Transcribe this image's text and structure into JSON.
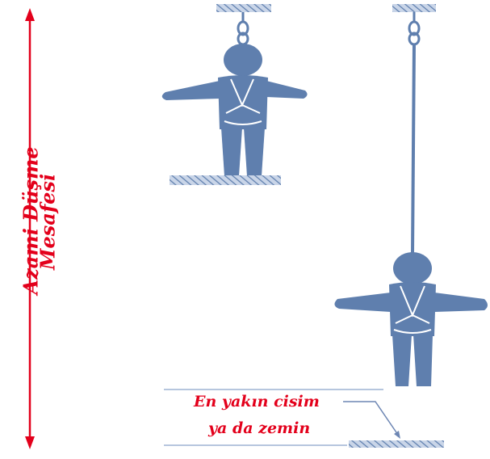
{
  "labels": {
    "max_fall_line1": "Azami Düşme",
    "max_fall_line2": "Mesafesi",
    "nearest_line1": "En yakın cisim",
    "nearest_line2": "ya da zemin"
  },
  "colors": {
    "figure": "#5f7fae",
    "hatch": "#6d86b3",
    "accent": "#e3001b",
    "guide": "#9db3d3"
  }
}
